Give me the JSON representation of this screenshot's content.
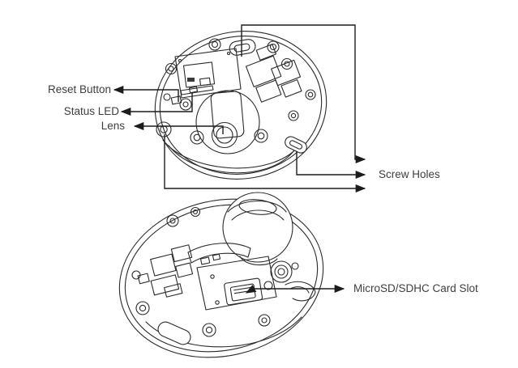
{
  "figure": {
    "labels": {
      "reset_button": "Reset Button",
      "status_led": "Status LED",
      "lens": "Lens",
      "screw_holes": "Screw Holes",
      "microsd_card_slot": "MicroSD/SDHC Card Slot"
    },
    "colors": {
      "background": "#ffffff",
      "line_art": "#2b2b2b",
      "leader_line": "#1c1c1c",
      "label_text": "#3e3e3e"
    }
  }
}
